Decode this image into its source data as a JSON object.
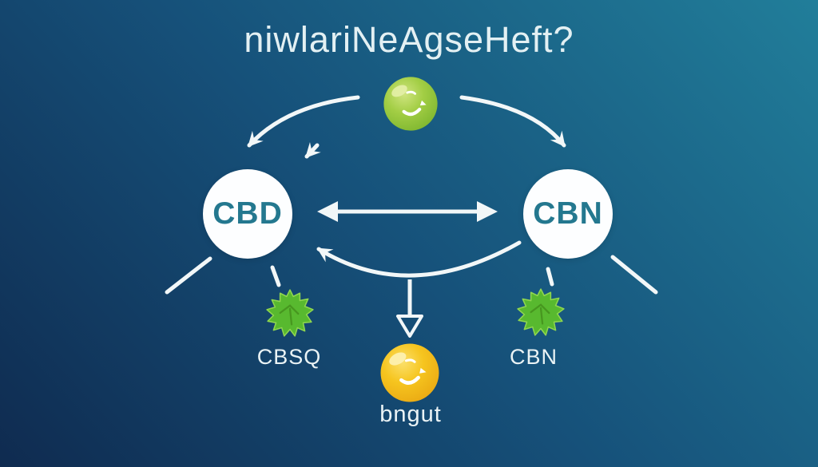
{
  "title": "niwlariNeAgseHeft?",
  "nodes": {
    "source_sphere": {
      "icon": "green-sphere-icon"
    },
    "cbd": {
      "label": "CBD"
    },
    "cbn": {
      "label": "CBN"
    },
    "leaf_left": {
      "icon": "leaf-icon",
      "label": "CBSQ"
    },
    "leaf_right": {
      "icon": "leaf-icon",
      "label": "CBN"
    },
    "product_sphere": {
      "icon": "yellow-sphere-icon",
      "label": "bngut"
    }
  },
  "edges": [
    {
      "from": "source-sphere",
      "to": "cbd",
      "style": "curved-arrow"
    },
    {
      "from": "source-sphere",
      "to": "cbn",
      "style": "curved-arrow"
    },
    {
      "from": "cbd",
      "to": "cbn",
      "style": "double-headed-arrow"
    },
    {
      "from": "cbn",
      "to": "cbd",
      "style": "lower-curved-arrow"
    },
    {
      "from": "lower-arc-midpoint",
      "to": "product-sphere",
      "style": "down-arrow"
    },
    {
      "from": "cbd",
      "to": "leaf-left",
      "style": "plain-line"
    },
    {
      "from": "cbn",
      "to": "leaf-right",
      "style": "plain-line"
    }
  ],
  "colors": {
    "bg_bottom_left": "#0F2B50",
    "bg_top_right": "#217E9A",
    "arrow": "#F2F7F8",
    "node_bg": "#FDFEFF",
    "node_text": "#24788F",
    "label_text": "#EAF3F5",
    "sphere_green": "#A3CE45",
    "sphere_yellow": "#F6C51F",
    "leaf_green": "#58B92F"
  }
}
